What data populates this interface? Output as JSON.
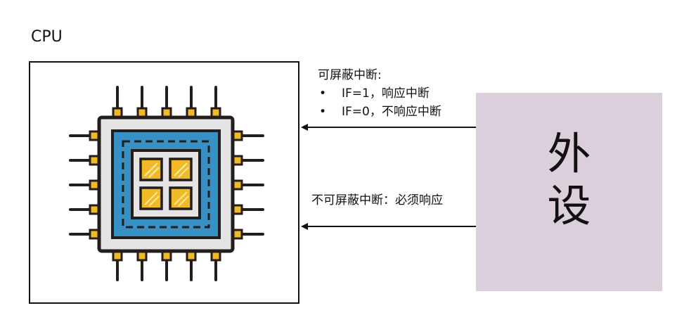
{
  "cpu": {
    "label": "CPU"
  },
  "maskable": {
    "title": "可屏蔽中断:",
    "items": [
      {
        "bullet": "•",
        "text": "IF=1，响应中断"
      },
      {
        "bullet": "•",
        "text": "IF=0，不响应中断"
      }
    ]
  },
  "non_maskable": {
    "text": "不可屏蔽中断：必须响应"
  },
  "peripheral": {
    "label_line1": "外",
    "label_line2": "设"
  },
  "colors": {
    "peripheral_fill": "#dccfdc",
    "chip_blue": "#3891c4",
    "chip_gray": "#e4e4e4",
    "chip_gold": "#f2b926",
    "outline": "#231d1b"
  },
  "icons": {
    "cpu_chip": "cpu-chip-icon"
  }
}
